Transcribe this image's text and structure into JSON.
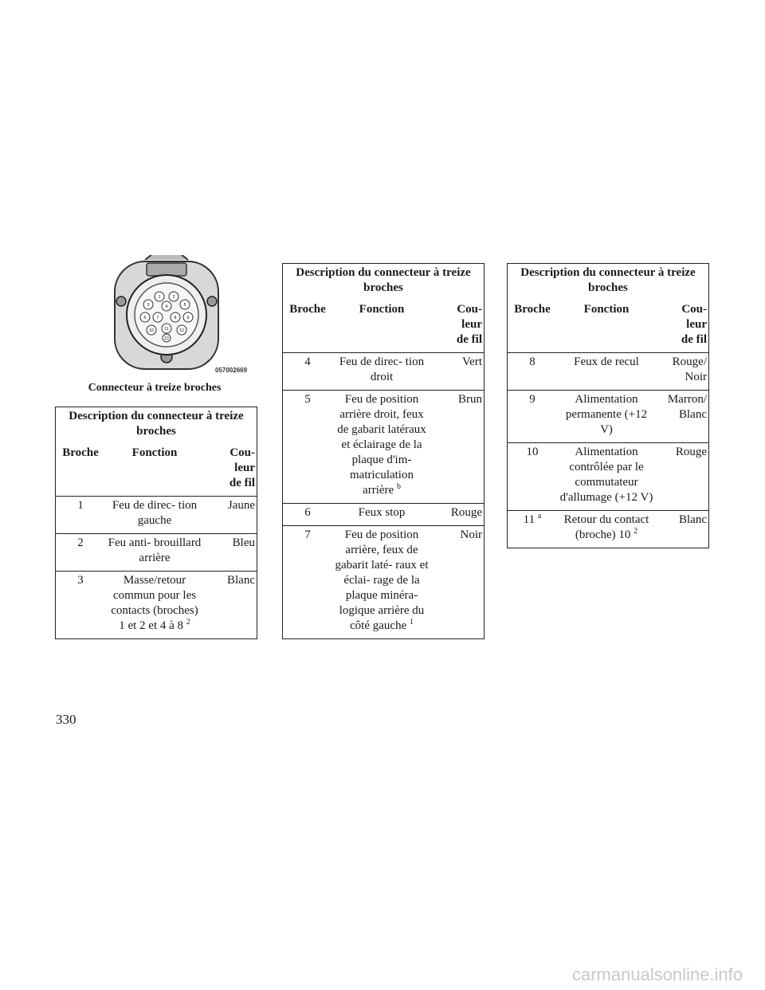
{
  "figure": {
    "code": "057002669",
    "caption": "Connecteur à treize broches",
    "pin_numbers": [
      "1",
      "2",
      "3",
      "4",
      "5",
      "6",
      "7",
      "8",
      "9",
      "10",
      "11",
      "12",
      "13"
    ]
  },
  "table_title": "Description du connecteur à treize broches",
  "headers": {
    "pin": "Broche",
    "function": "Fonction",
    "color_line1": "Cou-",
    "color_line2": "leur",
    "color_line3": "de fil"
  },
  "tables": [
    {
      "rows": [
        {
          "pin": "1",
          "function": "Feu de direc- tion gauche",
          "color": "Jaune"
        },
        {
          "pin": "2",
          "function": "Feu anti- brouillard arrière",
          "color": "Bleu"
        },
        {
          "pin": "3",
          "function": "Masse/retour commun pour les contacts (broches) 1 et 2 et 4 à 8",
          "sup": "2",
          "color": "Blanc"
        }
      ]
    },
    {
      "rows": [
        {
          "pin": "4",
          "function": "Feu de direc- tion droit",
          "color": "Vert"
        },
        {
          "pin": "5",
          "function": "Feu de position arrière droit, feux de gabarit latéraux et éclairage de la plaque d'im- matriculation arrière",
          "sup": "b",
          "color": "Brun"
        },
        {
          "pin": "6",
          "function": "Feux stop",
          "color": "Rouge"
        },
        {
          "pin": "7",
          "function": "Feu de position arrière, feux de gabarit laté- raux et éclai- rage de la plaque minéra- logique arrière du côté gauche",
          "sup": "1",
          "color": "Noir"
        }
      ]
    },
    {
      "rows": [
        {
          "pin": "8",
          "function": "Feux de recul",
          "color": "Rouge/ Noir"
        },
        {
          "pin": "9",
          "function": "Alimentation permanente (+12 V)",
          "color": "Marron/ Blanc"
        },
        {
          "pin": "10",
          "function": "Alimentation contrôlée par le commutateur d'allumage (+12 V)",
          "color": "Rouge"
        },
        {
          "pin": "11",
          "pin_sup": "a",
          "function": "Retour du contact (broche) 10",
          "sup": "2",
          "color": "Blanc"
        }
      ]
    }
  ],
  "page_number": "330",
  "watermark": "carmanualsonline.info"
}
